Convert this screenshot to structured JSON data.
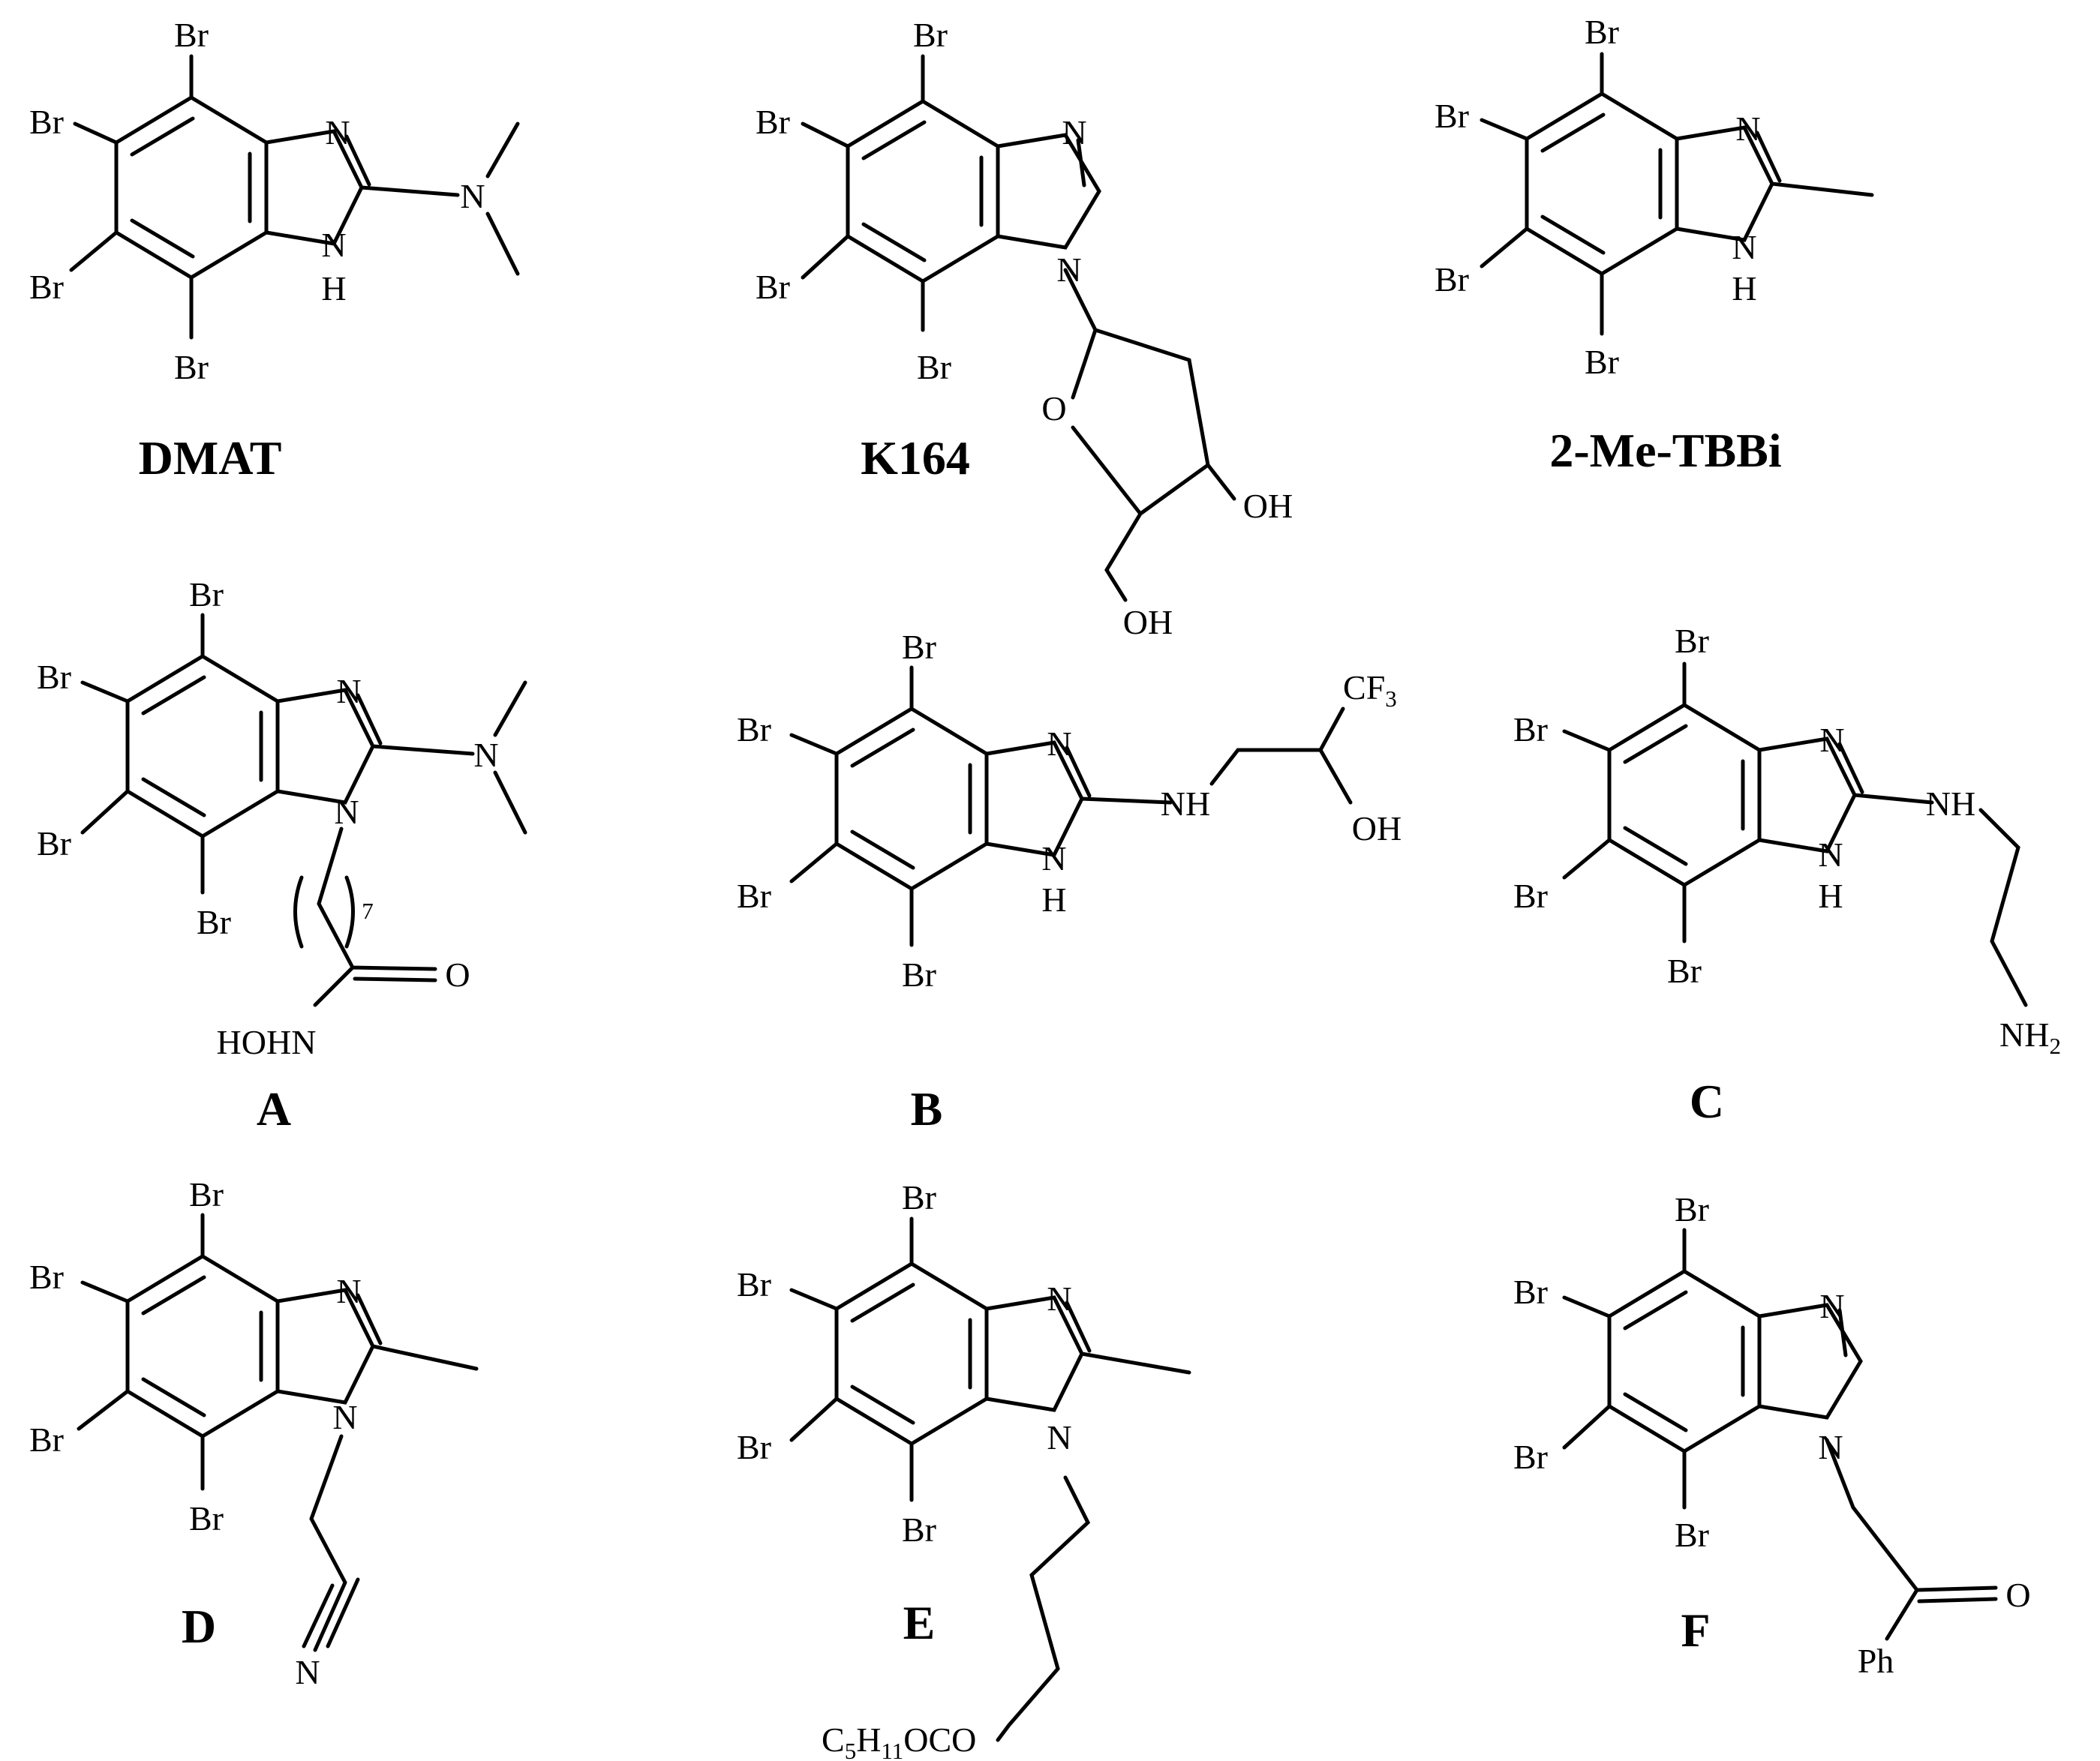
{
  "colors": {
    "background": "#ffffff",
    "ink": "#000000"
  },
  "atoms": {
    "br": "Br",
    "n": "N",
    "h": "H",
    "o": "O",
    "nh": "NH",
    "oh": "OH",
    "ph": "Ph",
    "c": "C",
    "f": "F",
    "oco": "OCO",
    "hohn": "HOHN"
  },
  "subscripts": {
    "two": "2",
    "three": "3",
    "five": "5",
    "eleven": "11"
  },
  "chain_repeat": "7",
  "compounds": [
    {
      "name": "DMAT"
    },
    {
      "name": "K164"
    },
    {
      "name": "2-Me-TBBi"
    },
    {
      "name": "A"
    },
    {
      "name": "B"
    },
    {
      "name": "C"
    },
    {
      "name": "D"
    },
    {
      "name": "E"
    },
    {
      "name": "F"
    }
  ]
}
